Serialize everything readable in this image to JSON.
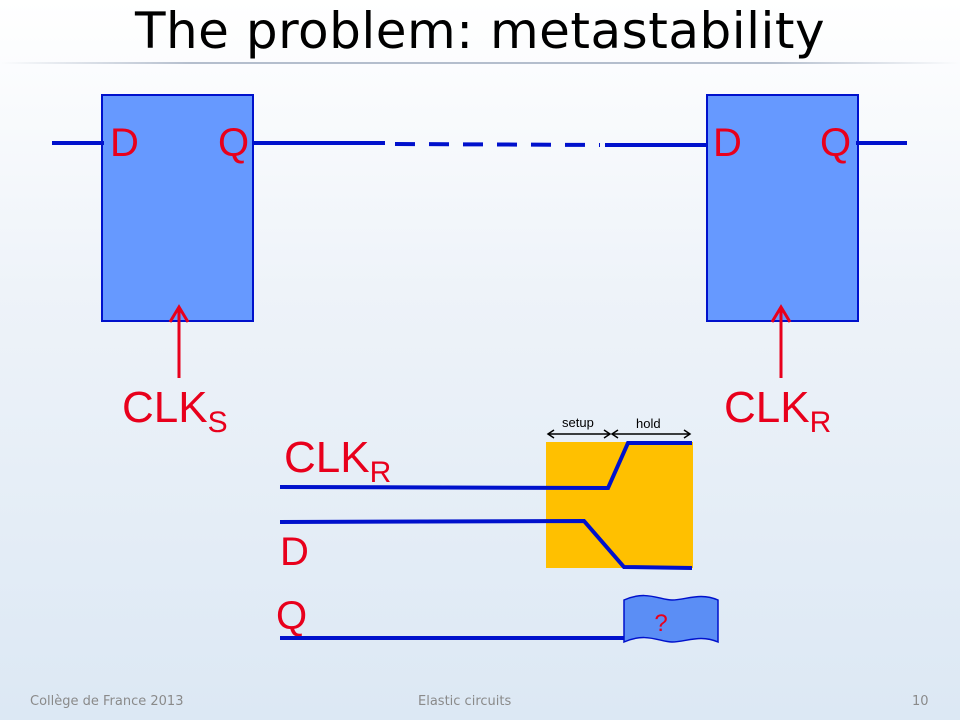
{
  "title": "The problem: metastability",
  "flipflop_left": {
    "d_label": "D",
    "q_label": "Q",
    "clock": {
      "main": "CLK",
      "sub": "S"
    }
  },
  "flipflop_right": {
    "d_label": "D",
    "q_label": "Q",
    "clock": {
      "main": "CLK",
      "sub": "R"
    }
  },
  "timing": {
    "clk_label": {
      "main": "CLK",
      "sub": "R"
    },
    "d_label": "D",
    "q_label": "Q",
    "setup_label": "setup",
    "hold_label": "hold",
    "unknown_label": "?"
  },
  "footer": {
    "left": "Collège de France 2013",
    "center": "Elastic circuits",
    "page": "10"
  },
  "colors": {
    "flipflop_fill": "#6699ff",
    "wire": "#0011cc",
    "clock_red": "#e8001c",
    "window_fill": "#ffc000"
  }
}
